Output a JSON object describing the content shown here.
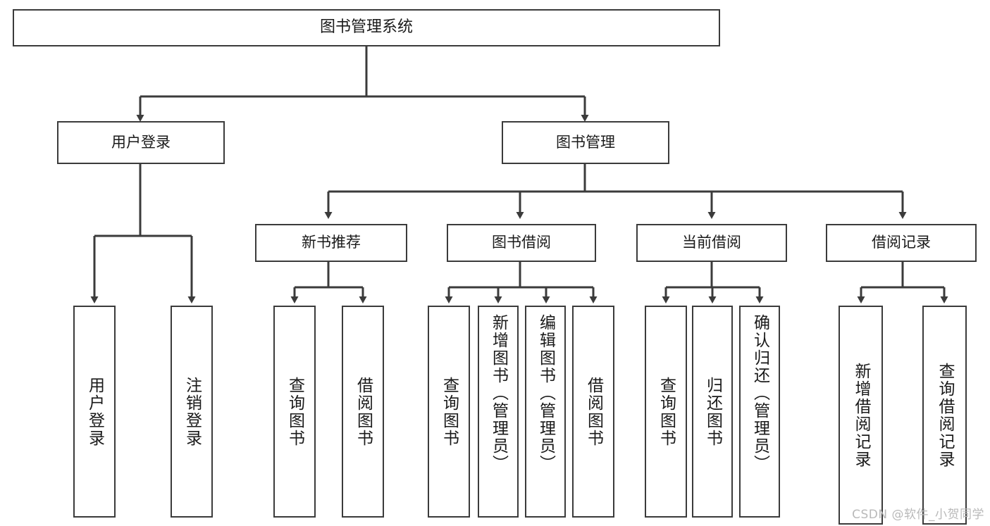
{
  "diagram": {
    "type": "tree",
    "title": "图书管理系统",
    "root": {
      "id": "root",
      "label": "图书管理系统"
    },
    "level2": [
      {
        "id": "user-login",
        "label": "用户登录"
      },
      {
        "id": "book-manage",
        "label": "图书管理"
      }
    ],
    "level3": [
      {
        "id": "new-book-recommend",
        "label": "新书推荐",
        "parent": "book-manage"
      },
      {
        "id": "book-borrow",
        "label": "图书借阅",
        "parent": "book-manage"
      },
      {
        "id": "current-borrow",
        "label": "当前借阅",
        "parent": "book-manage"
      },
      {
        "id": "borrow-record",
        "label": "借阅记录",
        "parent": "book-manage"
      }
    ],
    "leaves": [
      {
        "id": "leaf-user-login",
        "label": "用户登录",
        "parent": "user-login"
      },
      {
        "id": "leaf-logout-login",
        "label": "注销登录",
        "parent": "user-login"
      },
      {
        "id": "leaf-query-book-1",
        "label": "查询图书",
        "parent": "new-book-recommend"
      },
      {
        "id": "leaf-borrow-book-1",
        "label": "借阅图书",
        "parent": "new-book-recommend"
      },
      {
        "id": "leaf-query-book-2",
        "label": "查询图书",
        "parent": "book-borrow"
      },
      {
        "id": "leaf-add-book",
        "label": "新增图书（管理员）",
        "parent": "book-borrow"
      },
      {
        "id": "leaf-edit-book",
        "label": "编辑图书（管理员）",
        "parent": "book-borrow"
      },
      {
        "id": "leaf-borrow-book-2",
        "label": "借阅图书",
        "parent": "book-borrow"
      },
      {
        "id": "leaf-query-book-3",
        "label": "查询图书",
        "parent": "current-borrow"
      },
      {
        "id": "leaf-return-book",
        "label": "归还图书",
        "parent": "current-borrow"
      },
      {
        "id": "leaf-confirm-return",
        "label": "确认归还（管理员）",
        "parent": "current-borrow"
      },
      {
        "id": "leaf-add-record",
        "label": "新增借阅记录",
        "parent": "borrow-record"
      },
      {
        "id": "leaf-query-record",
        "label": "查询借阅记录",
        "parent": "borrow-record"
      }
    ],
    "colors": {
      "stroke": "#3b3b3b",
      "fill": "#ffffff",
      "text": "#1a1a1a",
      "watermark": "#b9b9b9"
    }
  },
  "watermark": {
    "text": "CSDN @软件_小贺同学"
  }
}
